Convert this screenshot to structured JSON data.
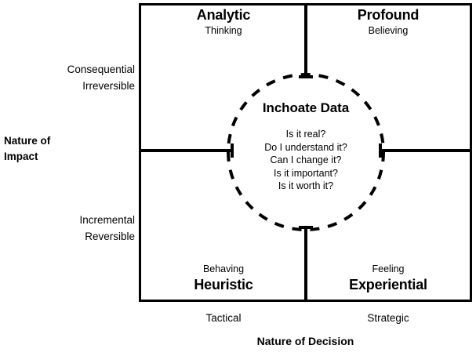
{
  "diagram": {
    "type": "2x2-matrix",
    "colors": {
      "line": "#000000",
      "background": "#ffffff",
      "text": "#000000"
    },
    "axes": {
      "y": {
        "title": "Nature of Impact",
        "title_line1": "Nature of",
        "title_line2": "Impact",
        "high_label_line1": "Consequential",
        "high_label_line2": "Irreversible",
        "low_label_line1": "Incremental",
        "low_label_line2": "Reversible"
      },
      "x": {
        "title": "Nature of Decision",
        "left_label": "Tactical",
        "right_label": "Strategic"
      }
    },
    "quadrants": [
      {
        "position": "top-left",
        "name": "Analytic",
        "mode": "Thinking",
        "order": "name-first"
      },
      {
        "position": "top-right",
        "name": "Profound",
        "mode": "Believing",
        "order": "name-first"
      },
      {
        "position": "bottom-left",
        "name": "Heuristic",
        "mode": "Behaving",
        "order": "mode-first"
      },
      {
        "position": "bottom-right",
        "name": "Experiential",
        "mode": "Feeling",
        "order": "mode-first"
      }
    ],
    "center": {
      "shape": "dashed-circle",
      "title": "Inchoate Data",
      "questions": [
        "Is it real?",
        "Do I understand it?",
        "Can I change it?",
        "Is it important?",
        "Is it worth it?"
      ]
    }
  }
}
